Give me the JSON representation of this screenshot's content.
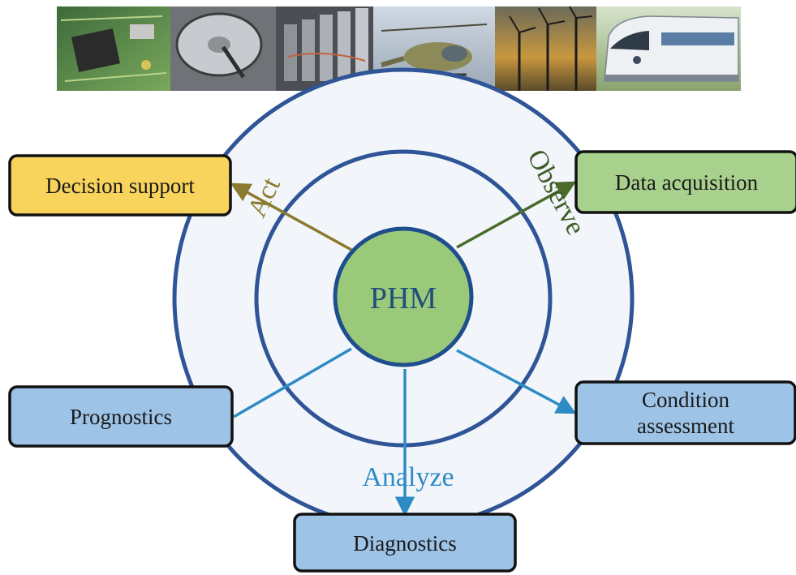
{
  "banner": {
    "items": [
      {
        "icon": "circuit-board-icon"
      },
      {
        "icon": "hard-drive-icon"
      },
      {
        "icon": "battery-pack-icon"
      },
      {
        "icon": "helicopter-icon"
      },
      {
        "icon": "wind-turbine-icon"
      },
      {
        "icon": "train-icon"
      }
    ]
  },
  "center": {
    "label": "PHM",
    "fill": "#9bc97a",
    "stroke": "#1f4e8c"
  },
  "nodes": {
    "decision_support": {
      "label": "Decision support",
      "fill": "#f9d45c"
    },
    "data_acquisition": {
      "label": "Data acquisition",
      "fill": "#a9d18e"
    },
    "prognostics": {
      "label": "Prognostics",
      "fill": "#9dc3e6"
    },
    "condition_assessment": {
      "line1": "Condition",
      "line2": "assessment",
      "fill": "#9dc3e6"
    },
    "diagnostics": {
      "label": "Diagnostics",
      "fill": "#9dc3e6"
    }
  },
  "labels": {
    "act": {
      "text": "Act",
      "color": "#8b7a2e"
    },
    "observe": {
      "text": "Observe",
      "color": "#3e5a26"
    },
    "analyze": {
      "text": "Analyze",
      "color": "#2e8bc6"
    }
  },
  "colors": {
    "ring": "#2f5597",
    "ring_fill": "#f2f6fb",
    "act_arrow": "#8b7a2e",
    "observe_arrow": "#4a6b2a",
    "analyze_arrow": "#2e8bc6"
  }
}
